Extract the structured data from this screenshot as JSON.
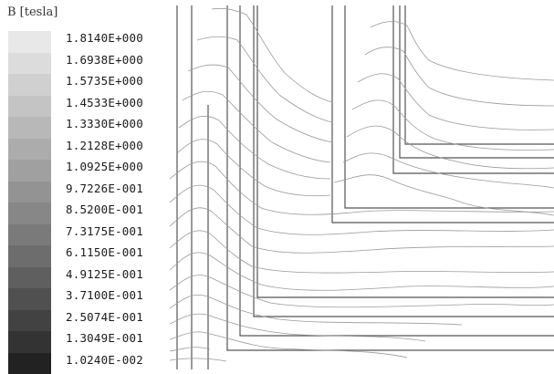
{
  "legend": {
    "title": "B [tesla]",
    "levels": [
      {
        "label": "1.8140E+000",
        "color": "#e8e8e8"
      },
      {
        "label": "1.6938E+000",
        "color": "#dcdcdc"
      },
      {
        "label": "1.5735E+000",
        "color": "#d0d0d0"
      },
      {
        "label": "1.4533E+000",
        "color": "#c4c4c4"
      },
      {
        "label": "1.3330E+000",
        "color": "#b8b8b8"
      },
      {
        "label": "1.2128E+000",
        "color": "#acacac"
      },
      {
        "label": "1.0925E+000",
        "color": "#a0a0a0"
      },
      {
        "label": "9.7226E-001",
        "color": "#939393"
      },
      {
        "label": "8.5200E-001",
        "color": "#878787"
      },
      {
        "label": "7.3175E-001",
        "color": "#7a7a7a"
      },
      {
        "label": "6.1150E-001",
        "color": "#6d6d6d"
      },
      {
        "label": "4.9125E-001",
        "color": "#5f5f5f"
      },
      {
        "label": "3.7100E-001",
        "color": "#505050"
      },
      {
        "label": "2.5074E-001",
        "color": "#424242"
      },
      {
        "label": "1.3049E-001",
        "color": "#333333"
      },
      {
        "label": "1.0240E-002",
        "color": "#222222"
      }
    ]
  }
}
